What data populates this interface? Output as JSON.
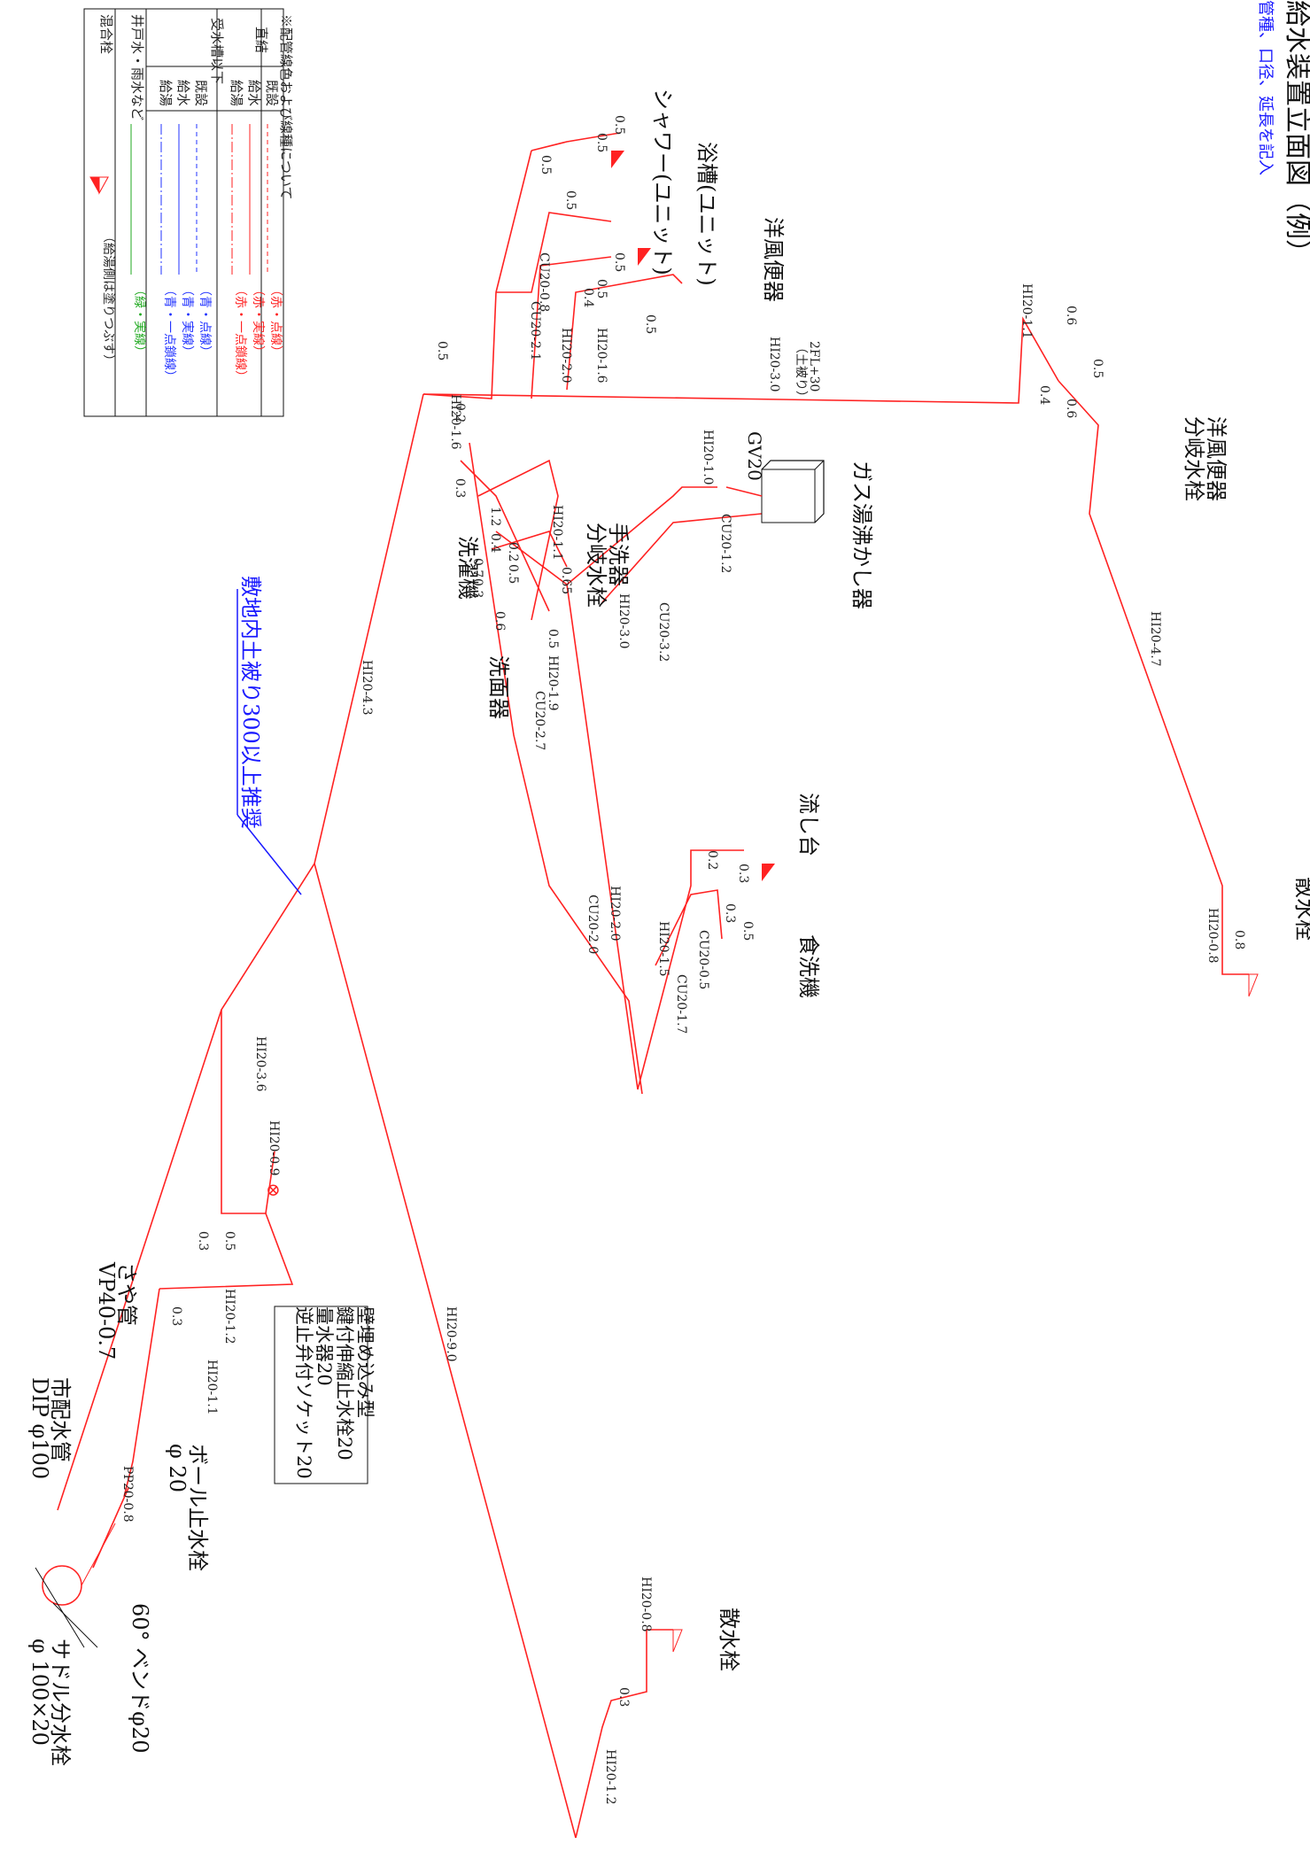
{
  "title": "給水装置立面図（例）",
  "subtitle": "管種、口径、延長を記入",
  "legend": {
    "heading": "※配管線色および線種について",
    "rows": [
      {
        "group": "直結",
        "kind": "既設",
        "desc": "（赤・点線）"
      },
      {
        "group": "",
        "kind": "給水",
        "desc": "（赤・実線）"
      },
      {
        "group": "",
        "kind": "給湯",
        "desc": "（赤・一点鎖線）"
      },
      {
        "group": "受水槽以下",
        "kind": "既設",
        "desc": "（青・点線）"
      },
      {
        "group": "",
        "kind": "給水",
        "desc": "（青・実線）"
      },
      {
        "group": "",
        "kind": "給湯",
        "desc": "（青・一点鎖線）"
      },
      {
        "group": "井戸水・雨水など",
        "kind": "",
        "desc": "（緑・実線）"
      },
      {
        "group": "混合栓",
        "kind": "",
        "desc": "（給湯側は塗りつぶす）"
      }
    ]
  },
  "fixtures": {
    "bathtub": "浴槽(ユニット)",
    "shower": "シャワー(ユニット)",
    "toilet": "洋風便器",
    "toilet_branch": "洋風便器",
    "toilet_branch2": "分岐水栓",
    "heater": "ガス湯沸かし器",
    "handwash": "手洗器",
    "handwash2": "分岐水栓",
    "washer": "洗濯機",
    "basin": "洗面器",
    "sink": "流し台",
    "dishwasher": "食洗機",
    "sprinkler_top": "散水栓",
    "sprinkler_bottom": "散水栓"
  },
  "notes": {
    "burial": "敷地内土被り300以上推奨",
    "floor1": "2FL+30",
    "floor2": "（土被り）",
    "gv": "GV20",
    "meter_box": [
      "壁埋め込み型",
      "鍵付伸縮止水栓20",
      "量水器20",
      "逆止弁付ソケット20"
    ],
    "sleeve1": "さや管",
    "sleeve2": "VP40-0.7",
    "main1": "市配水管",
    "main2": "DIP φ100",
    "ball1": "ボール止水栓",
    "ball2": "φ 20",
    "bend": "60° ベンドφ20",
    "saddle1": "サドル分水栓",
    "saddle2": "φ 100×20"
  },
  "pipe_labels": {
    "p1": "HI20-1.1",
    "p2": "HI20-4.7",
    "p3": "HI20-0.8",
    "p4": "HI20-3.0",
    "p5": "HI20-1.6",
    "p6": "HI20-2.0",
    "p7": "CU20-2.1",
    "p8": "CU20-0.8",
    "p9": "HI20-1.6",
    "p10": "HI20-1.0",
    "p11": "CU20-1.2",
    "p12": "HI20-1.1",
    "p13": "CU20-3.2",
    "p14": "HI20-3.0",
    "p15": "HI20-1.9",
    "p16": "CU20-2.7",
    "p17": "HI20-4.3",
    "p18": "HI20-2.0",
    "p19": "CU20-2.0",
    "p20": "HI20-1.5",
    "p21": "CU20-0.5",
    "p22": "CU20-1.7",
    "p23": "HI20-3.6",
    "p24": "HI20-0.9",
    "p25": "HI20-1.2",
    "p26": "HI20-1.1",
    "p27": "PP20-0.8",
    "p28": "HI20-9.0",
    "p29": "HI20-0.8",
    "p30": "HI20-1.2"
  },
  "dims": {
    "d1": "0.6",
    "d2": "0.5",
    "d3": "0.4",
    "d4": "0.6",
    "d5": "0.8",
    "d6": "0.5",
    "d7": "0.5",
    "d8": "0.5",
    "d9": "0.5",
    "d10": "0.5",
    "d11": "0.5",
    "d12": "0.5",
    "d13": "0.4",
    "d14": "0.2",
    "d15": "0.5",
    "d16": "0.3",
    "d17": "1.2",
    "d18": "0.4",
    "d19": "0.2",
    "d20": "0.5",
    "d21": "0.7",
    "d22": "0.3",
    "d23": "0.65",
    "d24": "0.6",
    "d25": "0.5",
    "d26": "0.3",
    "d27": "0.2",
    "d28": "0.5",
    "d29": "0.3",
    "d30": "0.3",
    "d31": "0.3",
    "d32": "0.5",
    "d33": "0.3"
  }
}
